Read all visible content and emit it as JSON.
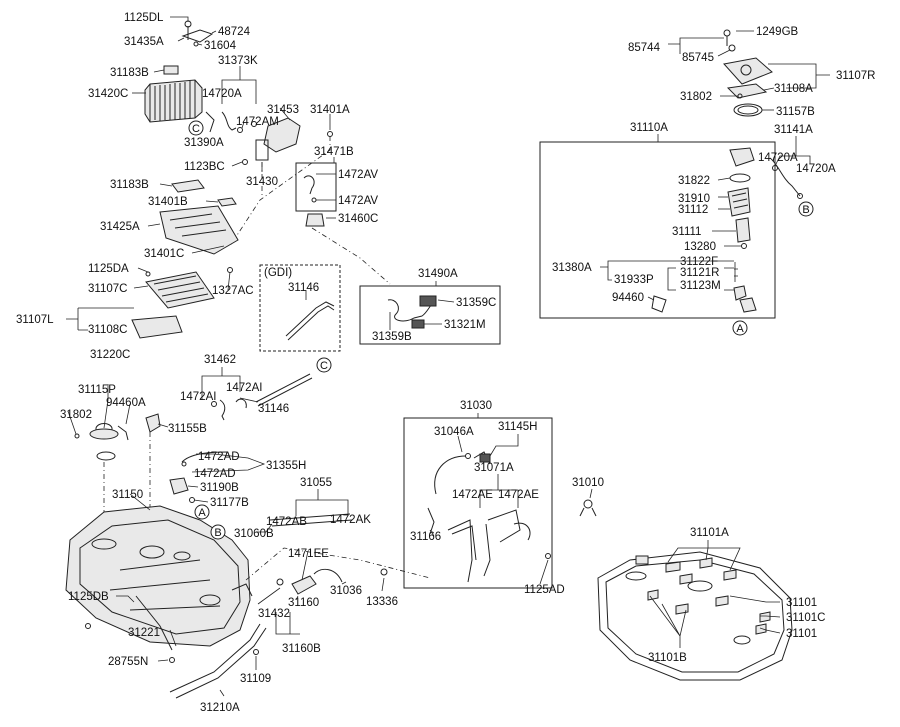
{
  "labels": {
    "l_1125DL": "1125DL",
    "l_48724": "48724",
    "l_31435A": "31435A",
    "l_31604": "31604",
    "l_31373K": "31373K",
    "l_31183B_top": "31183B",
    "l_31420C": "31420C",
    "l_14720A_top": "14720A",
    "l_31453": "31453",
    "l_31401A": "31401A",
    "l_1472AM": "1472AM",
    "l_31390A": "31390A",
    "l_31471B": "31471B",
    "l_1123BC": "1123BC",
    "l_1472AV_1": "1472AV",
    "l_31430": "31430",
    "l_1472AV_2": "1472AV",
    "l_31183B_mid": "31183B",
    "l_31401B": "31401B",
    "l_31460C": "31460C",
    "l_31425A": "31425A",
    "l_31401C": "31401C",
    "l_GDI": "(GDI)",
    "l_31490A": "31490A",
    "l_1125DA": "1125DA",
    "l_31146_gdi": "31146",
    "l_31107C": "31107C",
    "l_1327AC": "1327AC",
    "l_31359C": "31359C",
    "l_31107L": "31107L",
    "l_31108C": "31108C",
    "l_31321M": "31321M",
    "l_31359B": "31359B",
    "l_31220C": "31220C",
    "l_31462": "31462",
    "l_31115P": "31115P",
    "l_1472AI_1": "1472AI",
    "l_1472AI_2": "1472AI",
    "l_94460A": "94460A",
    "l_31802_left": "31802",
    "l_31146": "31146",
    "l_31155B": "31155B",
    "l_31030": "31030",
    "l_31046A": "31046A",
    "l_31145H": "31145H",
    "l_1472AD_1": "1472AD",
    "l_31355H": "31355H",
    "l_1472AD_2": "1472AD",
    "l_31071A": "31071A",
    "l_31190B": "31190B",
    "l_31055": "31055",
    "l_31150": "31150",
    "l_31177B": "31177B",
    "l_1472AE_1": "1472AE",
    "l_1472AE_2": "1472AE",
    "l_31010": "31010",
    "l_1472AB": "1472AB",
    "l_1472AK": "1472AK",
    "l_31060B": "31060B",
    "l_31166": "31166",
    "l_1471EE": "1471EE",
    "l_1125DB": "1125DB",
    "l_31036": "31036",
    "l_13336": "13336",
    "l_1125AD": "1125AD",
    "l_31432": "31432",
    "l_31160": "31160",
    "l_31221": "31221",
    "l_31160B": "31160B",
    "l_28755N": "28755N",
    "l_31109": "31109",
    "l_31210A": "31210A",
    "l_1249GB": "1249GB",
    "l_85744": "85744",
    "l_85745": "85745",
    "l_31107R": "31107R",
    "l_31108A": "31108A",
    "l_31802_right": "31802",
    "l_31157B": "31157B",
    "l_31110A": "31110A",
    "l_31141A": "31141A",
    "l_14720A_r1": "14720A",
    "l_14720A_r2": "14720A",
    "l_31822": "31822",
    "l_31910": "31910",
    "l_31112": "31112",
    "l_31111": "31111",
    "l_13280": "13280",
    "l_31122F": "31122F",
    "l_31380A": "31380A",
    "l_31933P": "31933P",
    "l_31121R": "31121R",
    "l_31123M": "31123M",
    "l_94460": "94460",
    "l_31101A": "31101A",
    "l_31101_1": "31101",
    "l_31101C": "31101C",
    "l_31101_2": "31101",
    "l_31101B": "31101B"
  },
  "markers": {
    "m_A_tank": "A",
    "m_B_tank": "B",
    "m_C_canister": "C",
    "m_C_pipe": "C",
    "m_B_pump": "B",
    "m_A_pump": "A"
  },
  "icons": {
    "fuel_tank": "fuel-tank-icon",
    "canister": "canister-icon",
    "fuel_pump": "fuel-pump-icon"
  }
}
